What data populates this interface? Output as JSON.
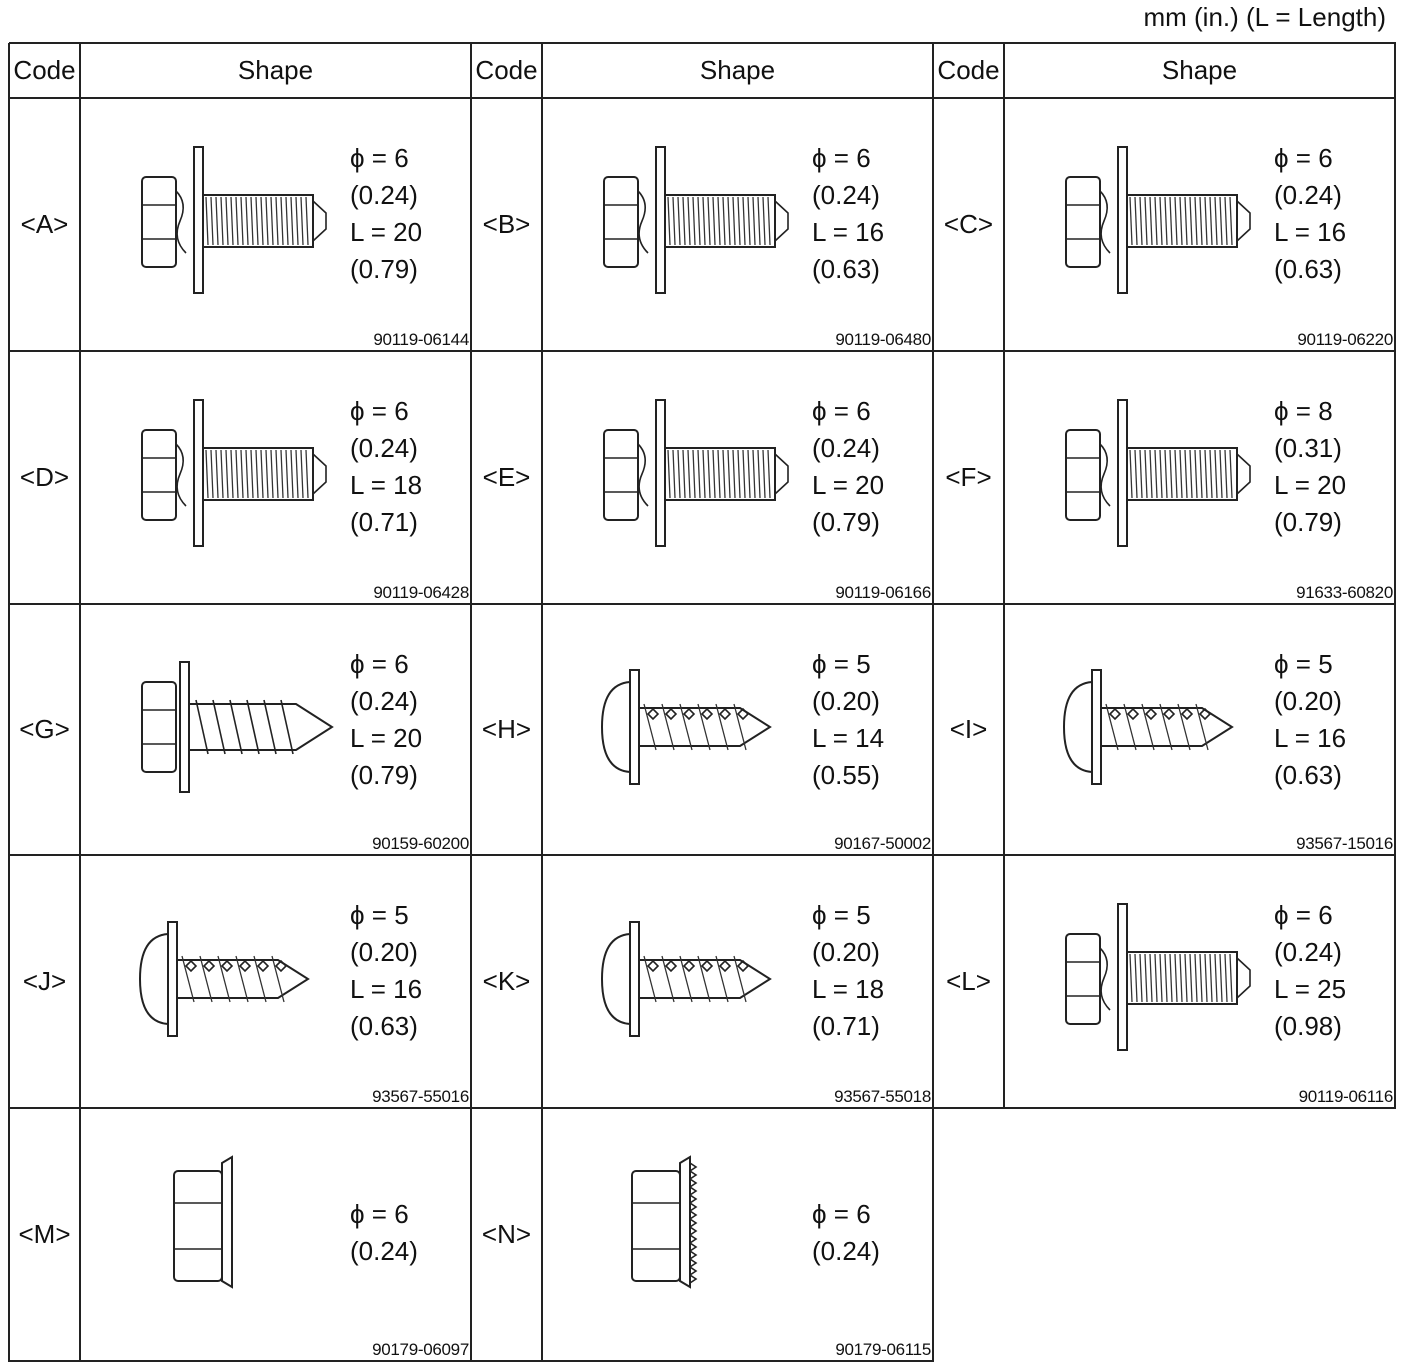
{
  "unit_note": "mm (in.) (L = Length)",
  "headers": {
    "code": "Code",
    "shape": "Shape"
  },
  "items": [
    {
      "code": "<A>",
      "phi": "ϕ = 6",
      "phi_in": "(0.24)",
      "len": "L = 20",
      "len_in": "(0.79)",
      "part": "90119-06144",
      "icon": "hex-bolt-washer-icon"
    },
    {
      "code": "<B>",
      "phi": "ϕ = 6",
      "phi_in": "(0.24)",
      "len": "L = 16",
      "len_in": "(0.63)",
      "part": "90119-06480",
      "icon": "hex-bolt-washer-icon"
    },
    {
      "code": "<C>",
      "phi": "ϕ = 6",
      "phi_in": "(0.24)",
      "len": "L = 16",
      "len_in": "(0.63)",
      "part": "90119-06220",
      "icon": "hex-bolt-washer-icon"
    },
    {
      "code": "<D>",
      "phi": "ϕ = 6",
      "phi_in": "(0.24)",
      "len": "L = 18",
      "len_in": "(0.71)",
      "part": "90119-06428",
      "icon": "hex-bolt-washer-icon"
    },
    {
      "code": "<E>",
      "phi": "ϕ = 6",
      "phi_in": "(0.24)",
      "len": "L = 20",
      "len_in": "(0.79)",
      "part": "90119-06166",
      "icon": "hex-bolt-washer-icon"
    },
    {
      "code": "<F>",
      "phi": "ϕ = 8",
      "phi_in": "(0.31)",
      "len": "L = 20",
      "len_in": "(0.79)",
      "part": "91633-60820",
      "icon": "hex-bolt-washer-icon"
    },
    {
      "code": "<G>",
      "phi": "ϕ = 6",
      "phi_in": "(0.24)",
      "len": "L = 20",
      "len_in": "(0.79)",
      "part": "90159-60200",
      "icon": "tapping-screw-icon"
    },
    {
      "code": "<H>",
      "phi": "ϕ = 5",
      "phi_in": "(0.20)",
      "len": "L = 14",
      "len_in": "(0.55)",
      "part": "90167-50002",
      "icon": "pan-head-screw-icon"
    },
    {
      "code": "<I>",
      "phi": "ϕ = 5",
      "phi_in": "(0.20)",
      "len": "L = 16",
      "len_in": "(0.63)",
      "part": "93567-15016",
      "icon": "pan-head-screw-icon"
    },
    {
      "code": "<J>",
      "phi": "ϕ = 5",
      "phi_in": "(0.20)",
      "len": "L = 16",
      "len_in": "(0.63)",
      "part": "93567-55016",
      "icon": "pan-head-screw-icon"
    },
    {
      "code": "<K>",
      "phi": "ϕ = 5",
      "phi_in": "(0.20)",
      "len": "L = 18",
      "len_in": "(0.71)",
      "part": "93567-55018",
      "icon": "pan-head-screw-icon"
    },
    {
      "code": "<L>",
      "phi": "ϕ = 6",
      "phi_in": "(0.24)",
      "len": "L = 25",
      "len_in": "(0.98)",
      "part": "90119-06116",
      "icon": "hex-bolt-washer-icon"
    },
    {
      "code": "<M>",
      "phi": "ϕ = 6",
      "phi_in": "(0.24)",
      "len": "",
      "len_in": "",
      "part": "90179-06097",
      "icon": "flange-nut-icon"
    },
    {
      "code": "<N>",
      "phi": "ϕ = 6",
      "phi_in": "(0.24)",
      "len": "",
      "len_in": "",
      "part": "90179-06115",
      "icon": "serrated-flange-nut-icon"
    }
  ]
}
